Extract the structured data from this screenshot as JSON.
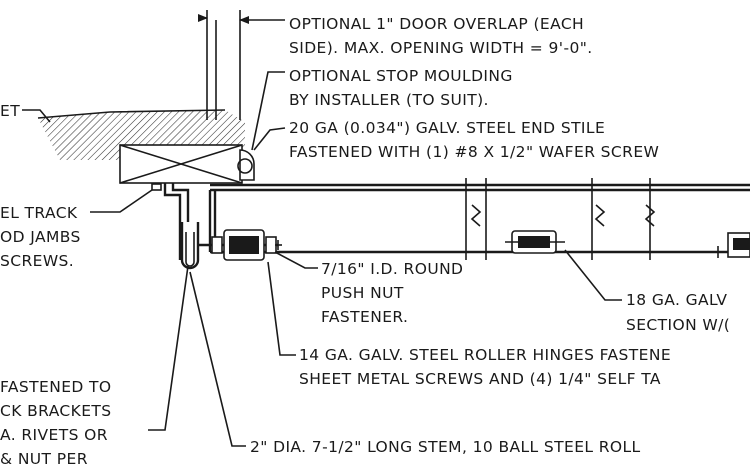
{
  "notes": {
    "overlap_1": "OPTIONAL 1\" DOOR OVERLAP (EACH",
    "overlap_2": "SIDE). MAX. OPENING WIDTH = 9'-0\".",
    "stop_1": "OPTIONAL STOP MOULDING",
    "stop_2": "BY INSTALLER (TO SUIT).",
    "stile_1": "20 GA (0.034\") GALV. STEEL END STILE",
    "stile_2": "FASTENED WITH (1) #8 X 1/2\" WAFER SCREW",
    "left_1": "ET",
    "left_2": "EL TRACK",
    "left_3": "OD JAMBS",
    "left_4": "SCREWS.",
    "pushnut_1": "7/16\" I.D. ROUND",
    "pushnut_2": "PUSH NUT",
    "pushnut_3": "FASTENER.",
    "galv_1": "18 GA. GALV",
    "galv_2": "SECTION W/(",
    "roller_hinge_1": "14 GA. GALV. STEEL ROLLER HINGES FASTENE",
    "roller_hinge_2": "SHEET METAL SCREWS AND (4) 1/4\" SELF TA",
    "fastened_1": "FASTENED TO",
    "fastened_2": "CK BRACKETS",
    "fastened_3": "A. RIVETS OR",
    "fastened_4": "& NUT PER",
    "stem_1": "2\" DIA. 7-1/2\" LONG STEM, 10 BALL STEEL ROLL"
  }
}
